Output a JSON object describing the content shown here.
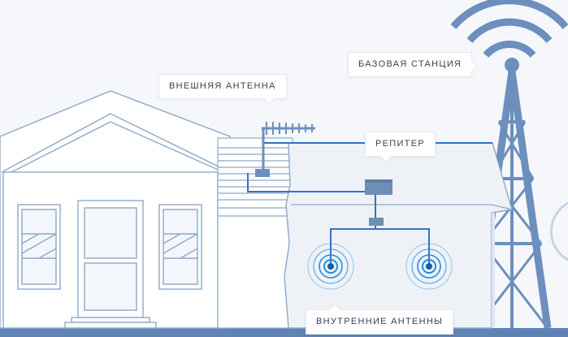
{
  "labels": {
    "external_antenna": "ВНЕШНЯЯ АНТЕННА",
    "base_station": "БАЗОВАЯ СТАНЦИЯ",
    "repeater": "РЕПИТЕР",
    "internal_antennas": "ВНУТРЕННИЕ АНТЕННЫ"
  },
  "colors": {
    "background": "#f5f7fa",
    "house_outline": "#8ea8c8",
    "tower": "#6c8fbd",
    "cable": "#2f74c7",
    "antenna_signal": "#1f8de0",
    "repeater_box": "#6f8eb5",
    "ground": "#5f83b5"
  }
}
